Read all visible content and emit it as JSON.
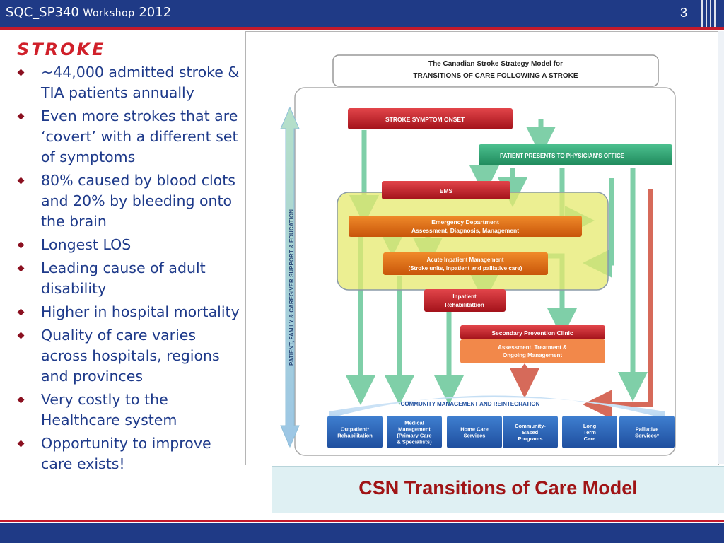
{
  "header": {
    "title_main": "SQC_SP340 ",
    "title_small": "Workshop",
    "title_year": " 2012",
    "page_number": "3"
  },
  "left": {
    "heading": "STROKE",
    "bullets": [
      "~44,000 admitted stroke & TIA patients annually",
      "Even more strokes that are ‘covert’ with a different set of symptoms",
      "80% caused by blood clots and 20% by bleeding onto the brain",
      "Longest LOS",
      "Leading cause of adult disability",
      "Higher in hospital mortality",
      "Quality of care varies across hospitals, regions and provinces",
      "Very costly to the Healthcare system",
      "Opportunity to improve care exists!"
    ]
  },
  "diagram": {
    "title_line1": "The Canadian Stroke Strategy Model for",
    "title_line2": "TRANSITIONS OF CARE FOLLOWING A STROKE",
    "side_label": "PATIENT, FAMILY & CAREGIVER SUPPORT & EDUCATION",
    "boxes": {
      "onset": "STROKE SYMPTOM ONSET",
      "physician": "PATIENT PRESENTS TO PHYSICIAN'S OFFICE",
      "ems": "EMS",
      "ed_line1": "Emergency Department",
      "ed_line2": "Assessment, Diagnosis, Management",
      "acute_line1": "Acute Inpatient Management",
      "acute_line2": "(Stroke units, inpatient and palliative care)",
      "rehab_line1": "Inpatient",
      "rehab_line2": "Rehabilitattion",
      "spc": "Secondary Prevention Clinic",
      "spc_sub1": "Assessment, Treatment &",
      "spc_sub2": "Ongoing Management",
      "community": "COMMUNITY MANAGEMENT AND REINTEGRATION"
    },
    "services": [
      [
        "Outpatient*",
        "Rehabilitation"
      ],
      [
        "Medical",
        "Management",
        "(Primary Care",
        "& Specialists)"
      ],
      [
        "Home Care",
        "Services"
      ],
      [
        "Community-",
        "Based",
        "Programs"
      ],
      [
        "Long",
        "Term",
        "Care"
      ],
      [
        "Palliative",
        "Services*"
      ]
    ]
  },
  "caption": "CSN Transitions of Care Model",
  "colors": {
    "navy": "#1f3a86",
    "red": "#c41a2b",
    "bullet_text": "#1e3a8a",
    "caption": "#a01416"
  }
}
